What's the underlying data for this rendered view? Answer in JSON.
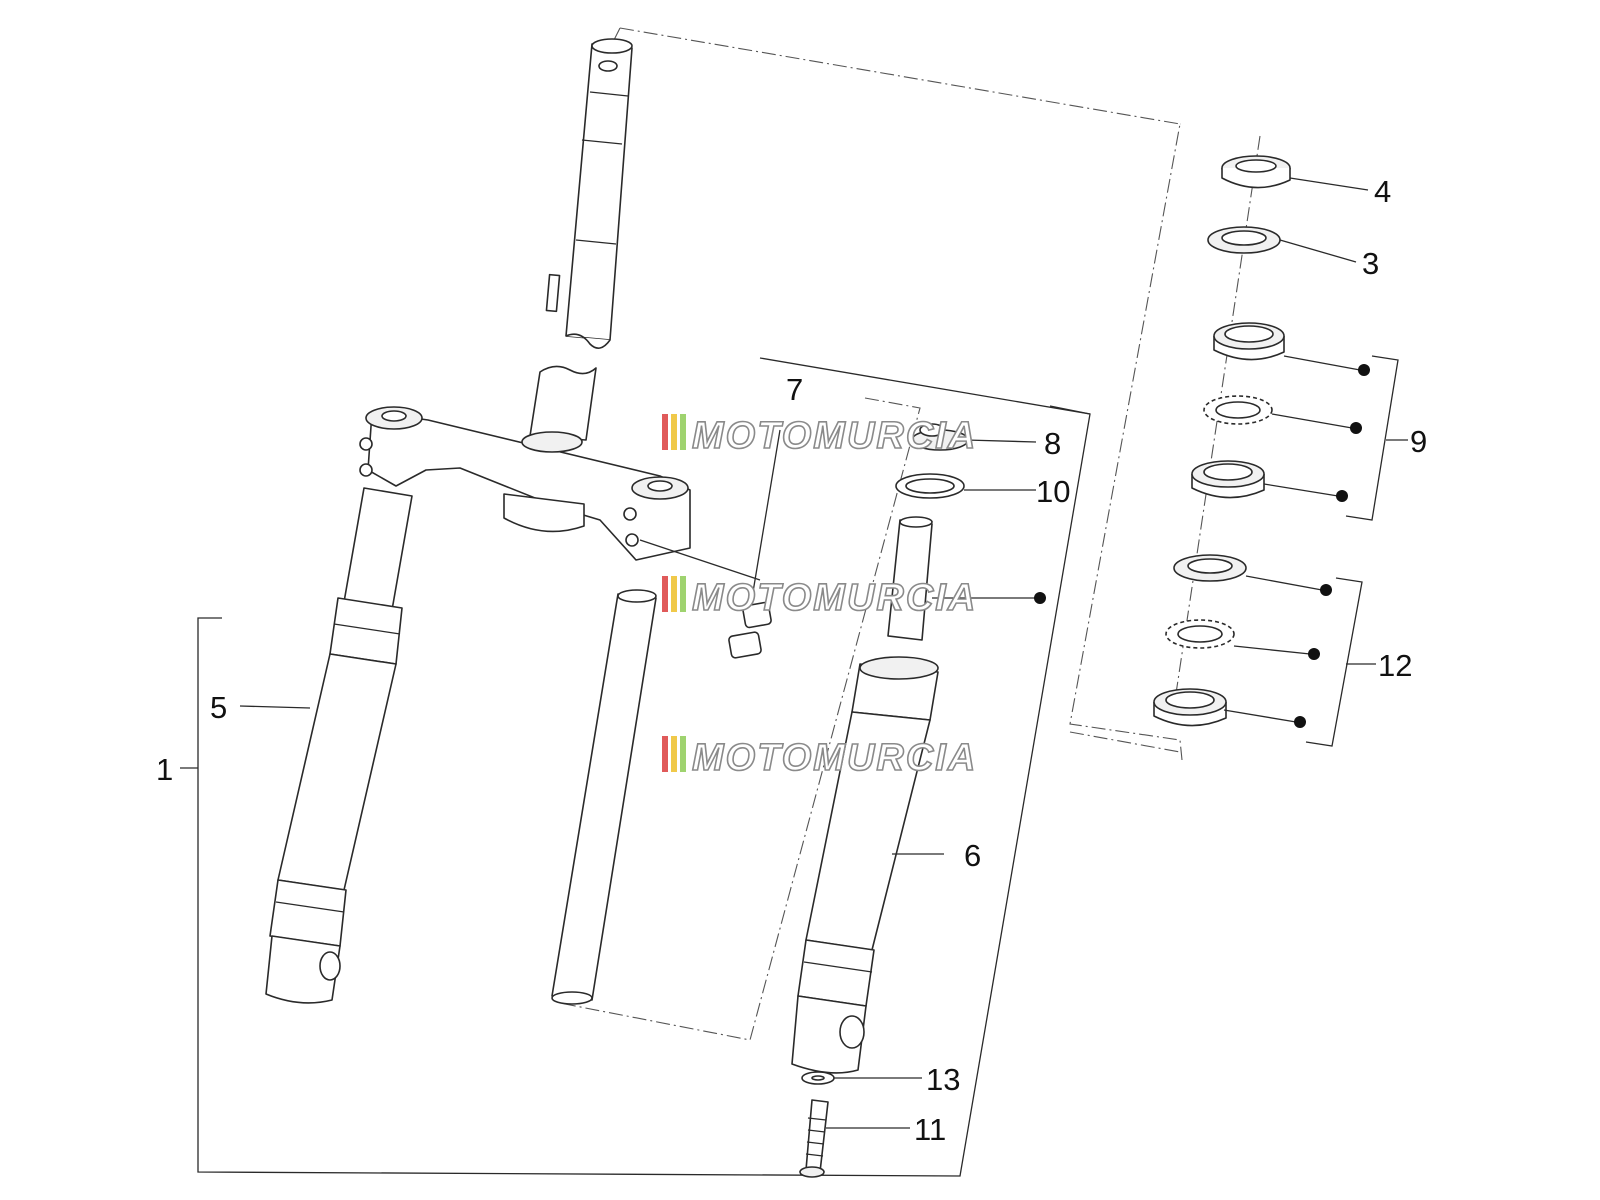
{
  "callouts": [
    {
      "id": "4",
      "label": "4"
    },
    {
      "id": "3",
      "label": "3"
    },
    {
      "id": "9",
      "label": "9"
    },
    {
      "id": "12",
      "label": "12"
    },
    {
      "id": "7",
      "label": "7"
    },
    {
      "id": "8",
      "label": "8"
    },
    {
      "id": "10",
      "label": "10"
    },
    {
      "id": "5",
      "label": "5"
    },
    {
      "id": "1",
      "label": "1"
    },
    {
      "id": "6",
      "label": "6"
    },
    {
      "id": "13",
      "label": "13"
    },
    {
      "id": "11",
      "label": "11"
    }
  ],
  "watermark": {
    "text": "MOTOMURCIA",
    "stripe_colors": [
      "#e05a5a",
      "#f0c94a",
      "#9fd36f"
    ]
  },
  "colors": {
    "ink": "#2a2a2a",
    "watermark_outline": "#8a8a8a"
  }
}
